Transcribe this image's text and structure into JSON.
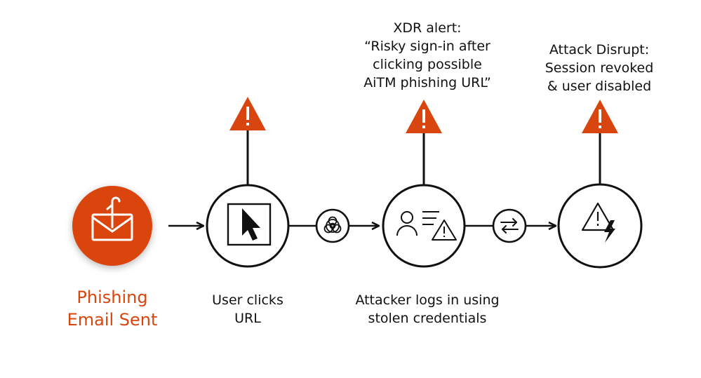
{
  "colors": {
    "accent": "#d9450f",
    "stroke": "#111111",
    "background": "#ffffff"
  },
  "steps": [
    {
      "id": "phishing-email",
      "icon": "phishing-email-icon",
      "caption": [
        "Phishing",
        "Email Sent"
      ]
    },
    {
      "id": "user-clicks-url",
      "icon": "mouse-cursor-icon",
      "caption": [
        "User clicks",
        "URL"
      ]
    },
    {
      "id": "attacker-logs-in",
      "icon": "user-alert-list-icon",
      "caption": [
        "Attacker logs in using",
        "stolen credentials"
      ],
      "alert": [
        "XDR alert:",
        "“Risky sign-in after",
        "clicking possible",
        "AiTM phishing URL”"
      ]
    },
    {
      "id": "attack-disrupt",
      "icon": "warning-lightning-icon",
      "alert": [
        "Attack Disrupt:",
        "Session revoked",
        "& user disabled"
      ]
    }
  ],
  "connectors": [
    {
      "from": "phishing-email",
      "to": "user-clicks-url",
      "icon": ""
    },
    {
      "from": "user-clicks-url",
      "to": "attacker-logs-in",
      "icon": "biohazard-icon"
    },
    {
      "from": "attacker-logs-in",
      "to": "attack-disrupt",
      "icon": "exchange-arrows-icon"
    }
  ],
  "alert_markers": [
    {
      "step": "user-clicks-url",
      "icon": "warning-triangle-icon"
    },
    {
      "step": "attacker-logs-in",
      "icon": "warning-triangle-icon"
    },
    {
      "step": "attack-disrupt",
      "icon": "warning-triangle-icon"
    }
  ]
}
